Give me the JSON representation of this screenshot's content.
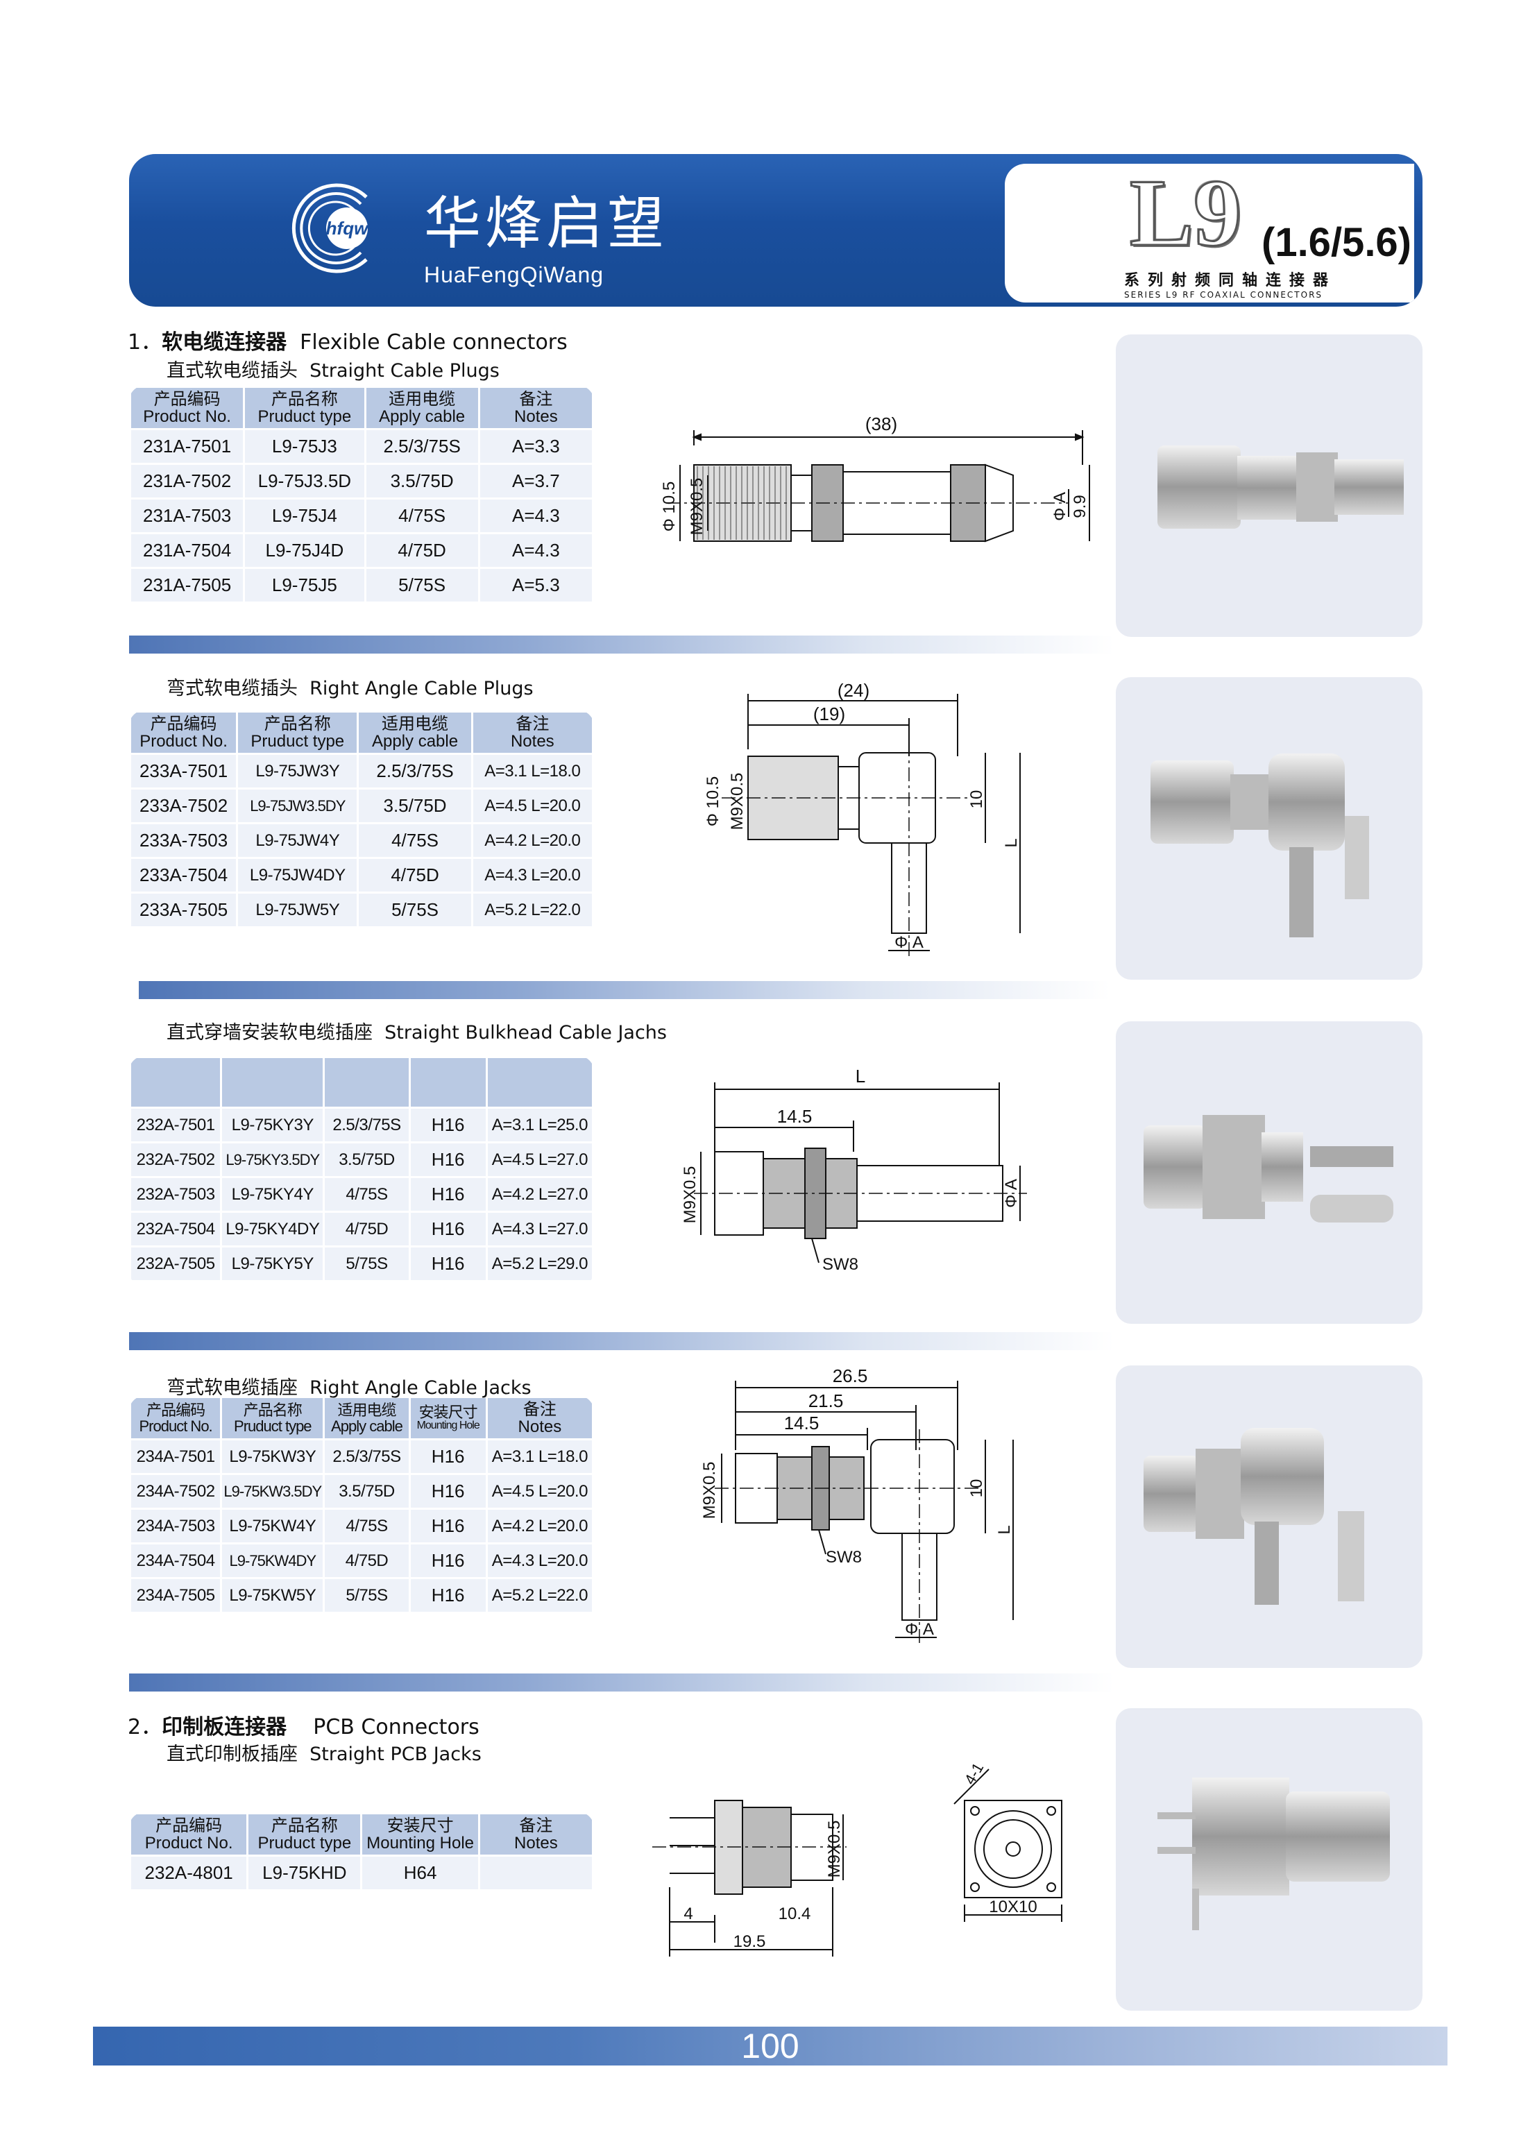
{
  "header": {
    "brand_cn": "华烽启望",
    "brand_en": "HuaFengQiWang",
    "logo_text": "hfqw",
    "series_code": "L9",
    "series_size": "(1.6/5.6)",
    "series_cn": "系列射频同轴连接器",
    "series_en": "SERIES L9 RF COAXIAL CONNECTORS"
  },
  "section1": {
    "number": "1．",
    "title_cn": "软电缆连接器",
    "title_en": "Flexible Cable connectors"
  },
  "section2": {
    "number": "2．",
    "title_cn": "印制板连接器",
    "title_en": "PCB Connectors"
  },
  "straight_plugs": {
    "title_cn": "直式软电缆插头",
    "title_en": "Straight Cable Plugs",
    "headers": [
      {
        "cn": "产品编码",
        "en": "Product No."
      },
      {
        "cn": "产品名称",
        "en": "Pruduct type"
      },
      {
        "cn": "适用电缆",
        "en": "Apply cable"
      },
      {
        "cn": "备注",
        "en": "Notes"
      }
    ],
    "rows": [
      [
        "231A-7501",
        "L9-75J3",
        "2.5/3/75S",
        "A=3.3"
      ],
      [
        "231A-7502",
        "L9-75J3.5D",
        "3.5/75D",
        "A=3.7"
      ],
      [
        "231A-7503",
        "L9-75J4",
        "4/75S",
        "A=4.3"
      ],
      [
        "231A-7504",
        "L9-75J4D",
        "4/75D",
        "A=4.3"
      ],
      [
        "231A-7505",
        "L9-75J5",
        "5/75S",
        "A=5.3"
      ]
    ],
    "dims": {
      "length": "(38)",
      "dia1": "Φ 10.5",
      "thread": "M9X0.5",
      "diaA": "Φ A",
      "d2": "9.9"
    }
  },
  "ra_plugs": {
    "title_cn": "弯式软电缆插头",
    "title_en": "Right Angle Cable Plugs",
    "headers": [
      {
        "cn": "产品编码",
        "en": "Product No."
      },
      {
        "cn": "产品名称",
        "en": "Pruduct type"
      },
      {
        "cn": "适用电缆",
        "en": "Apply cable"
      },
      {
        "cn": "备注",
        "en": "Notes"
      }
    ],
    "rows": [
      [
        "233A-7501",
        "L9-75JW3Y",
        "2.5/3/75S",
        "A=3.1 L=18.0"
      ],
      [
        "233A-7502",
        "L9-75JW3.5DY",
        "3.5/75D",
        "A=4.5 L=20.0"
      ],
      [
        "233A-7503",
        "L9-75JW4Y",
        "4/75S",
        "A=4.2 L=20.0"
      ],
      [
        "233A-7504",
        "L9-75JW4DY",
        "4/75D",
        "A=4.3 L=20.0"
      ],
      [
        "233A-7505",
        "L9-75JW5Y",
        "5/75S",
        "A=5.2 L=22.0"
      ]
    ],
    "dims": {
      "d24": "(24)",
      "d19": "(19)",
      "dia1": "Φ 10.5",
      "thread": "M9X0.5",
      "h": "10",
      "L": "L",
      "diaA": "Φ A"
    }
  },
  "bulkhead_jacks": {
    "title_cn": "直式穿墙安装软电缆插座",
    "title_en": "Straight Bulkhead Cable Jachs",
    "rows": [
      [
        "232A-7501",
        "L9-75KY3Y",
        "2.5/3/75S",
        "H16",
        "A=3.1 L=25.0"
      ],
      [
        "232A-7502",
        "L9-75KY3.5DY",
        "3.5/75D",
        "H16",
        "A=4.5 L=27.0"
      ],
      [
        "232A-7503",
        "L9-75KY4Y",
        "4/75S",
        "H16",
        "A=4.2 L=27.0"
      ],
      [
        "232A-7504",
        "L9-75KY4DY",
        "4/75D",
        "H16",
        "A=4.3 L=27.0"
      ],
      [
        "232A-7505",
        "L9-75KY5Y",
        "5/75S",
        "H16",
        "A=5.2 L=29.0"
      ]
    ],
    "dims": {
      "L": "L",
      "d145": "14.5",
      "thread": "M9X0.5",
      "diaA": "Φ A",
      "sw": "SW8"
    }
  },
  "ra_jacks": {
    "title_cn": "弯式软电缆插座",
    "title_en": "Right Angle Cable Jacks",
    "headers": [
      {
        "cn": "产品编码",
        "en": "Product No."
      },
      {
        "cn": "产品名称",
        "en": "Pruduct type"
      },
      {
        "cn": "适用电缆",
        "en": "Apply cable"
      },
      {
        "cn": "安装尺寸",
        "en": "Mounting Hole"
      },
      {
        "cn": "备注",
        "en": "Notes"
      }
    ],
    "rows": [
      [
        "234A-7501",
        "L9-75KW3Y",
        "2.5/3/75S",
        "H16",
        "A=3.1 L=18.0"
      ],
      [
        "234A-7502",
        "L9-75KW3.5DY",
        "3.5/75D",
        "H16",
        "A=4.5 L=20.0"
      ],
      [
        "234A-7503",
        "L9-75KW4Y",
        "4/75S",
        "H16",
        "A=4.2 L=20.0"
      ],
      [
        "234A-7504",
        "L9-75KW4DY",
        "4/75D",
        "H16",
        "A=4.3 L=20.0"
      ],
      [
        "234A-7505",
        "L9-75KW5Y",
        "5/75S",
        "H16",
        "A=5.2 L=22.0"
      ]
    ],
    "dims": {
      "d265": "26.5",
      "d215": "21.5",
      "d145": "14.5",
      "thread": "M9X0.5",
      "h": "10",
      "L": "L",
      "sw": "SW8",
      "diaA": "Φ A"
    }
  },
  "pcb_jacks": {
    "title_cn": "直式印制板插座",
    "title_en": "Straight PCB Jacks",
    "headers": [
      {
        "cn": "产品编码",
        "en": "Product No."
      },
      {
        "cn": "产品名称",
        "en": "Pruduct type"
      },
      {
        "cn": "安装尺寸",
        "en": "Mounting Hole"
      },
      {
        "cn": "备注",
        "en": "Notes"
      }
    ],
    "rows": [
      [
        "232A-4801",
        "L9-75KHD",
        "H64",
        ""
      ]
    ],
    "dims": {
      "d4": "4",
      "d104": "10.4",
      "d195": "19.5",
      "thread": "M9X0.5",
      "sq": "10X10",
      "pins": "4-1"
    }
  },
  "footer": {
    "page": "100"
  },
  "colors": {
    "banner": "#1a4f9e",
    "header_cell": "#b9c9e3",
    "cell": "#eef2f9",
    "footer": "#3566b0"
  }
}
